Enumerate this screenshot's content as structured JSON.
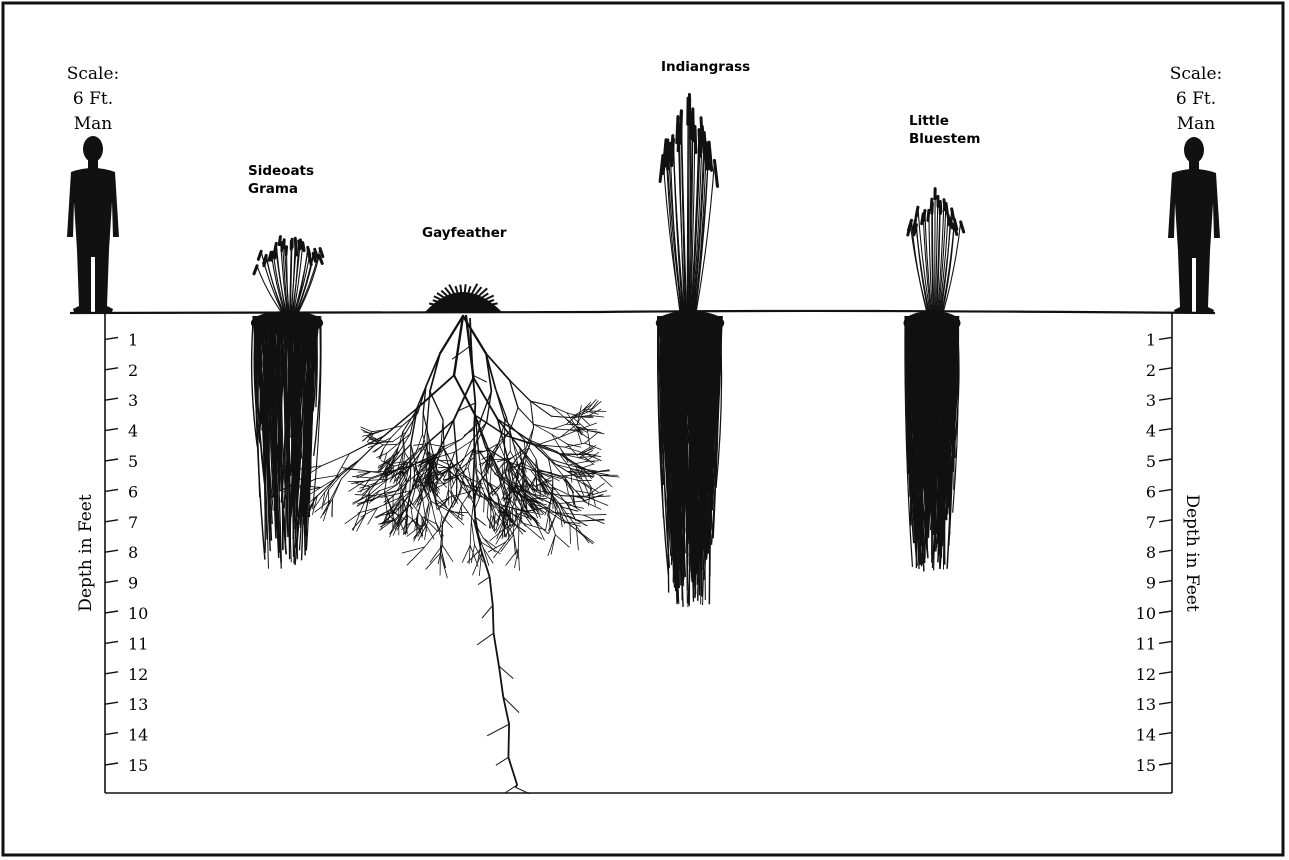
{
  "left_scale": {
    "line1": "Scale:",
    "line2": "6 Ft.",
    "line3": "Man"
  },
  "right_scale": {
    "line1": "Scale:",
    "line2": "6 Ft.",
    "line3": "Man"
  },
  "axis_label_left": "Depth in Feet",
  "axis_label_right": "Depth in Feet",
  "depth_ticks": [
    "1",
    "2",
    "3",
    "4",
    "5",
    "6",
    "7",
    "8",
    "9",
    "10",
    "11",
    "12",
    "13",
    "14",
    "15"
  ],
  "plants": {
    "sideoats": {
      "line1": "Sideoats",
      "line2": "Grama",
      "depth_ft": 8.3
    },
    "gayfeather": {
      "label": "Gayfeather",
      "depth_ft": 15.6
    },
    "indiangrass": {
      "label": "Indiangrass",
      "depth_ft": 9.6
    },
    "little_bluestem": {
      "line1": "Little",
      "line2": "Bluestem",
      "depth_ft": 8.4
    }
  },
  "colors": {
    "ink": "#111111",
    "background": "#ffffff"
  }
}
